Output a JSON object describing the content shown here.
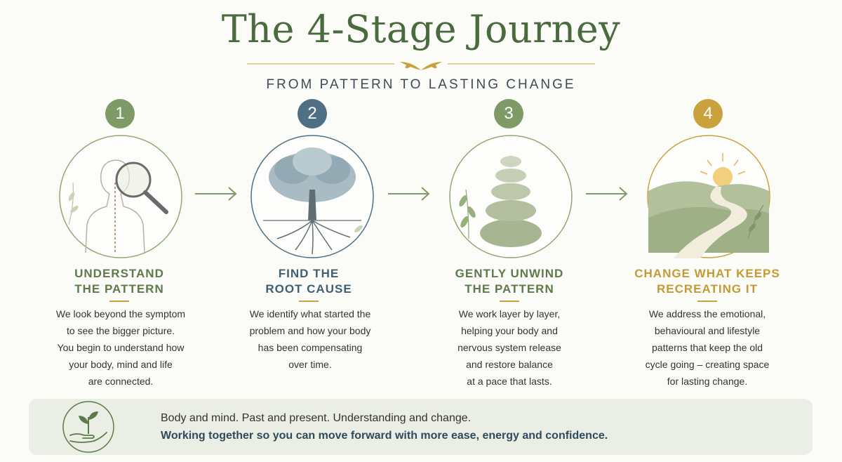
{
  "header": {
    "title": "The 4-Stage Journey",
    "subtitle": "FROM PATTERN TO LASTING CHANGE"
  },
  "stages": [
    {
      "number": "1",
      "title_line1": "UNDERSTAND",
      "title_line2": "THE PATTERN",
      "desc": [
        "We look beyond the symptom",
        "to see the bigger picture.",
        "You begin to understand how",
        "your body, mind and life",
        "are connected."
      ],
      "icon": "person-magnifier-icon",
      "color": "#7e9a66"
    },
    {
      "number": "2",
      "title_line1": "FIND THE",
      "title_line2": "ROOT CAUSE",
      "desc": [
        "We identify what started the",
        "problem and how your body",
        "has been compensating",
        "over time."
      ],
      "icon": "tree-roots-icon",
      "color": "#4f6f85"
    },
    {
      "number": "3",
      "title_line1": "GENTLY UNWIND",
      "title_line2": "THE PATTERN",
      "desc": [
        "We work layer by layer,",
        "helping your body and",
        "nervous system release",
        "and restore balance",
        "at a pace that lasts."
      ],
      "icon": "stacked-stones-icon",
      "color": "#7e9a66"
    },
    {
      "number": "4",
      "title_line1": "CHANGE WHAT KEEPS",
      "title_line2": "RECREATING IT",
      "desc": [
        "We address the emotional,",
        "behavioural and lifestyle",
        "patterns that keep the old",
        "cycle going – creating space",
        "for lasting change."
      ],
      "icon": "sunrise-path-icon",
      "color": "#c9a23e"
    }
  ],
  "banner": {
    "line1": "Body and mind. Past and present. Understanding and change.",
    "line2": "Working together so you can move forward with more ease, energy and confidence.",
    "icon": "seedling-hand-icon"
  },
  "colors": {
    "title": "#4a6b3e",
    "accent_gold": "#c9a23e",
    "banner_bg": "#eaeee4"
  }
}
